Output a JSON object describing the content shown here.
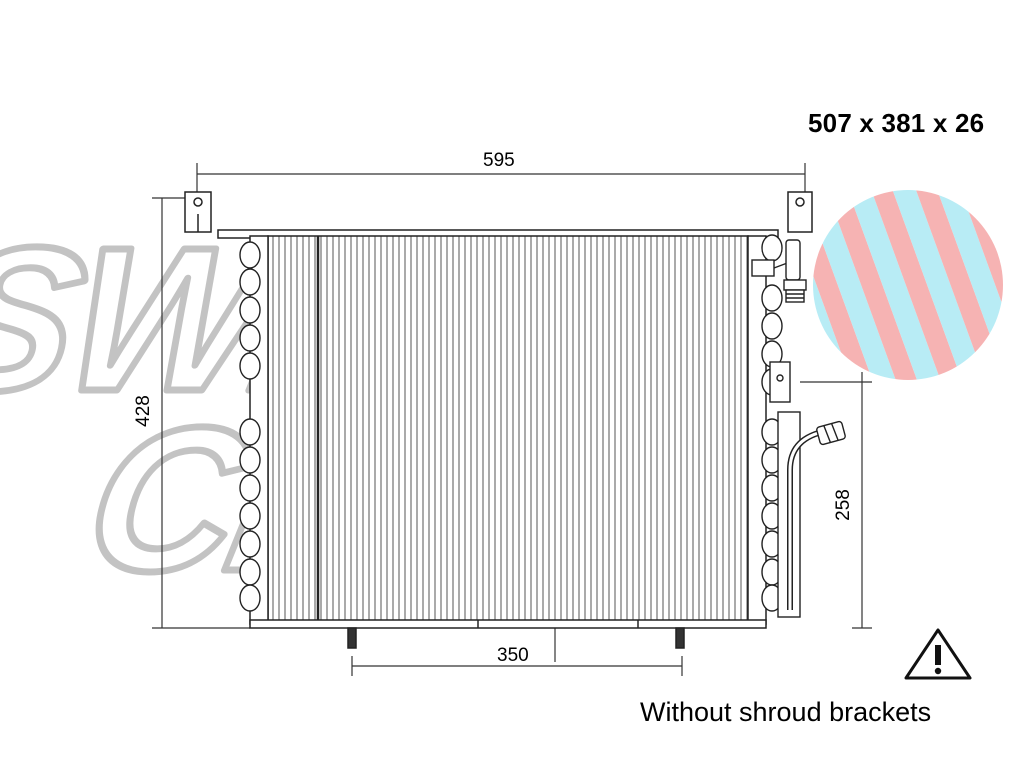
{
  "product": {
    "size_label": "507 x 381 x 26",
    "note": "Without shroud brackets"
  },
  "dimensions": {
    "width_total": "595",
    "height_total": "428",
    "height_partial": "258",
    "mount_spacing": "350"
  },
  "watermark": {
    "line1": "SWISS",
    "line2": "CLIMA"
  },
  "icons": {
    "warning": "warning-triangle-icon",
    "logo": "swissclima-striped-logo-icon"
  },
  "colors": {
    "line": "#222222",
    "watermark_stroke": "#b8b8b8",
    "logo_pink": "#f6b3b3",
    "logo_cyan": "#b8ecf5"
  }
}
